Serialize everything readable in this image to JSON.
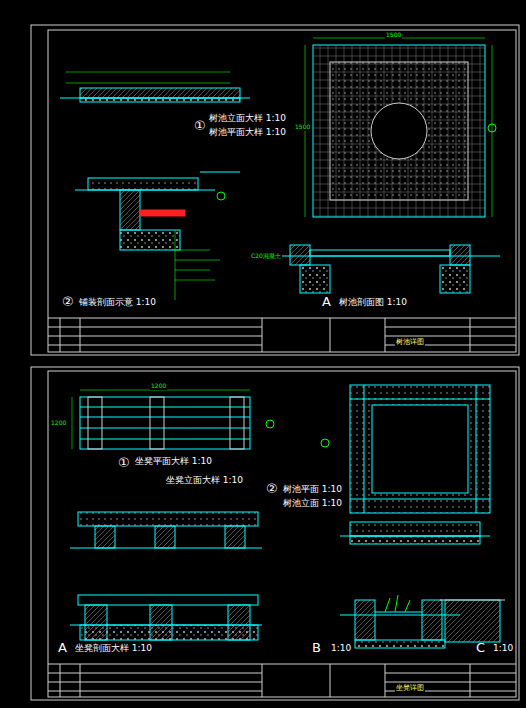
{
  "diagram": {
    "labels": [
      "①",
      "树池立面大样 1:10",
      "树池平面大样 1:10",
      "②",
      "铺装剖面示意 1:10",
      "A",
      "树池剖面图 1:10",
      "①",
      "坐凳平面大样 1:10",
      "坐凳立面大样 1:10",
      "②",
      "树池平面 1:10",
      "树池立面 1:10",
      "A",
      "坐凳剖面大样 1:10",
      "B",
      "1:10",
      "C",
      "1:10",
      "1500",
      "1500",
      "C20混凝土",
      "1200",
      "1200",
      "树池详图",
      "坐凳详图"
    ]
  }
}
